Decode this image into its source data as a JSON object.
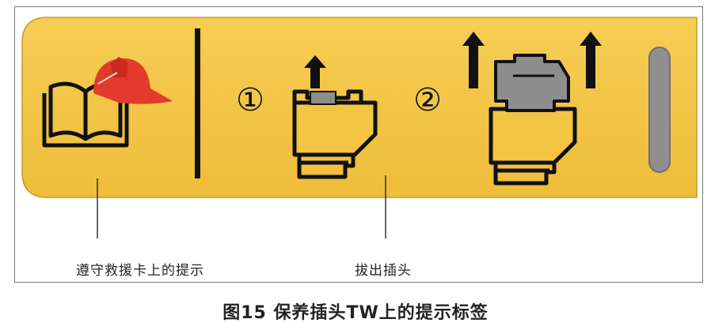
{
  "label": {
    "color_yellow": "#f3c542",
    "color_yellow_dark": "#d9a52a",
    "color_red": "#e23a2c",
    "color_grey": "#8d8d8d",
    "step1_marker": "①",
    "step2_marker": "②"
  },
  "callouts": {
    "left": "遵守救援卡上的提示",
    "right": "拔出插头"
  },
  "caption": "图15 保养插头TW上的提示标签"
}
